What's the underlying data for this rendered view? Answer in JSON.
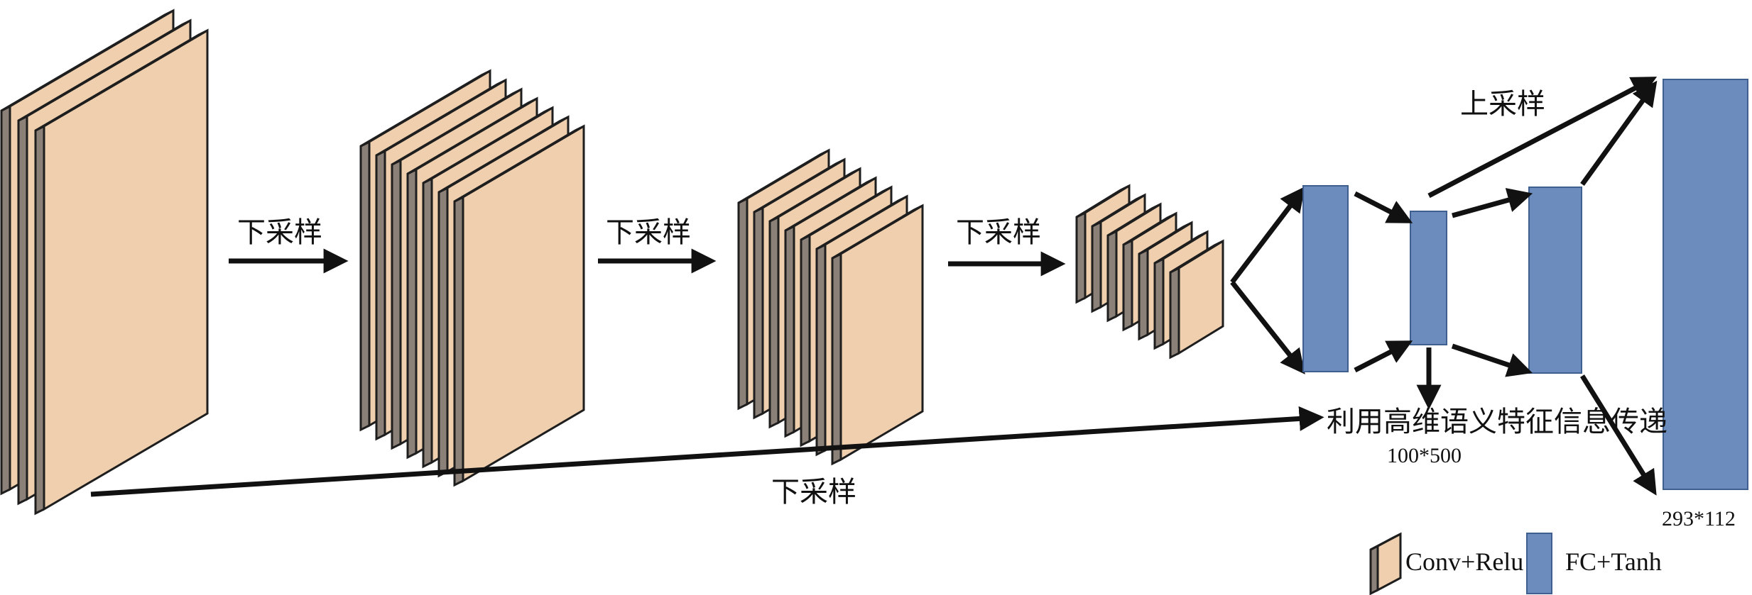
{
  "labels": {
    "down1": "下采样",
    "down2": "下采样",
    "down3": "下采样",
    "down_skip": "下采样",
    "up": "上采样",
    "semantic": "利用高维语义特征信息传递",
    "dim_bottleneck": "100*500",
    "dim_output": "293*112"
  },
  "legend": {
    "conv_label": "Conv+Relu",
    "fc_label": "FC+Tanh"
  },
  "colors": {
    "conv_front": "#efcfae",
    "conv_side": "#8c8179",
    "fc_block": "#6b8cbc",
    "arrow": "#111111"
  }
}
